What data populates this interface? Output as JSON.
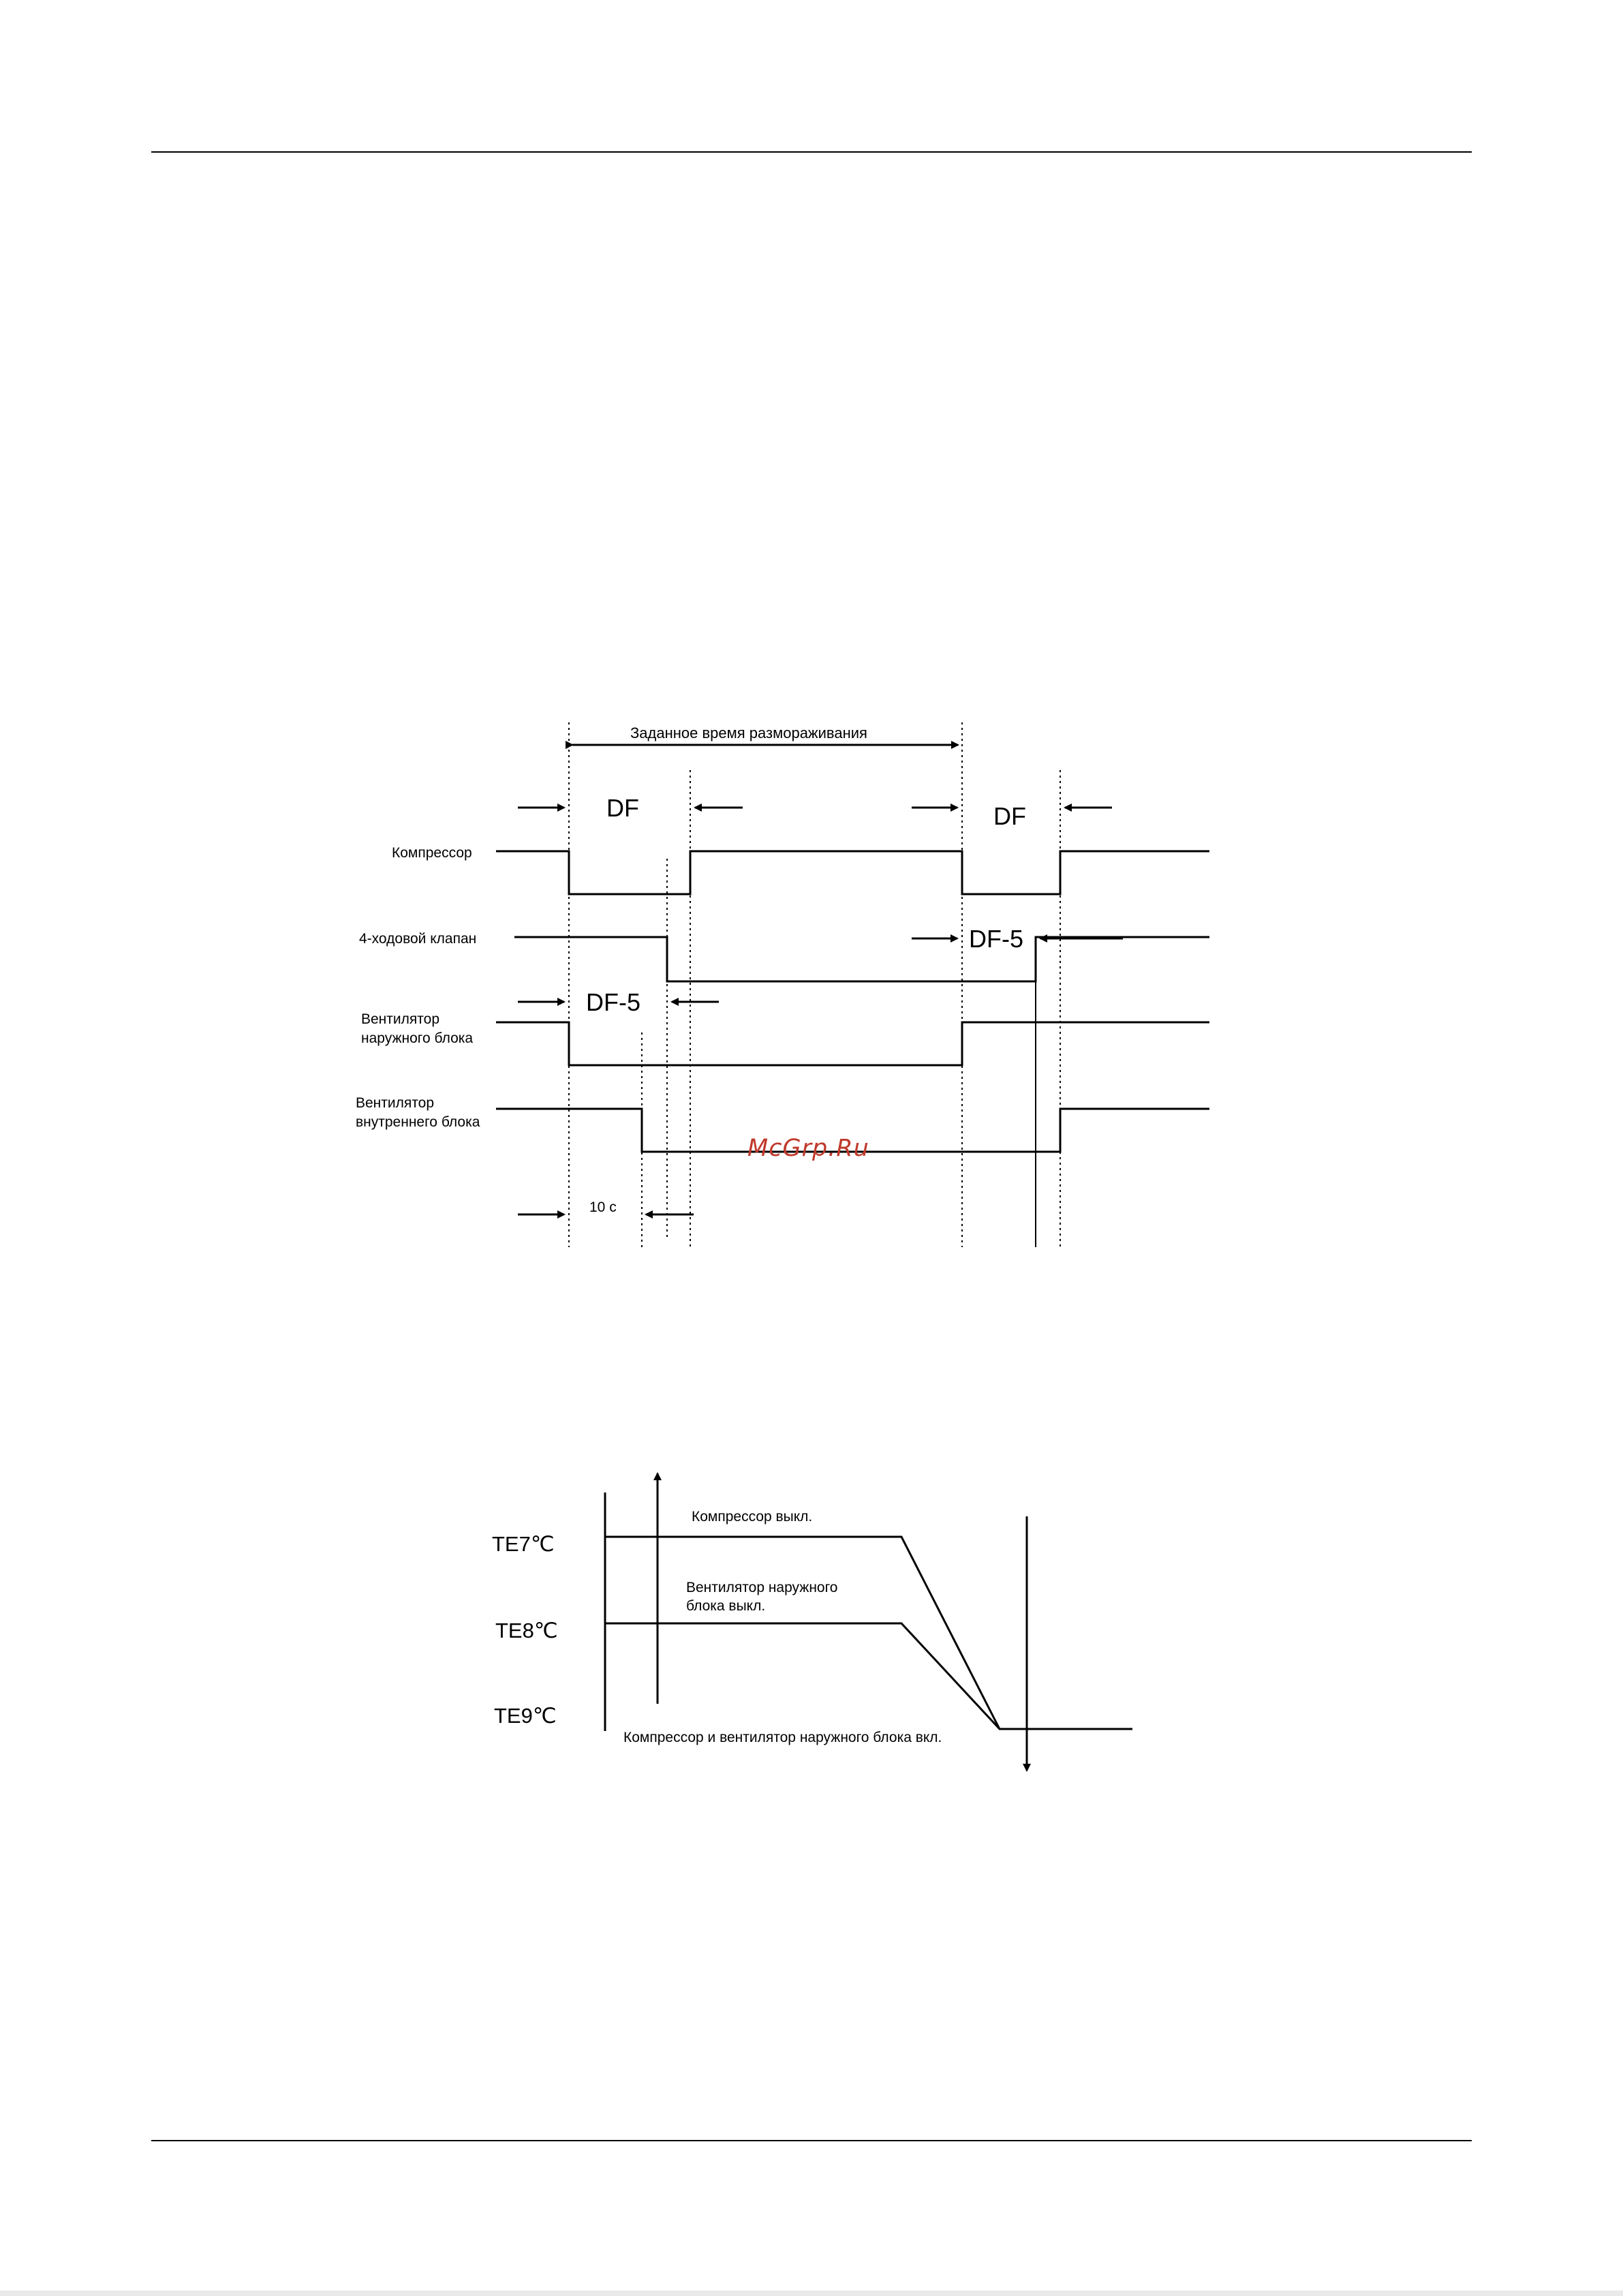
{
  "timing_diagram": {
    "span_label": "Заданное время размораживания",
    "df_label": "DF",
    "df5_label": "DF-5",
    "ten_sec_label": "10 с",
    "rows": {
      "compressor": "Компрессор",
      "valve": "4-ходовой клапан",
      "outdoor_fan_line1": "Вентилятор",
      "outdoor_fan_line2": "наружного блока",
      "indoor_fan_line1": "Вентилятор",
      "indoor_fan_line2": "внутреннего блока"
    },
    "watermark": "McGrp.Ru"
  },
  "temperature_diagram": {
    "te7": "TE7℃",
    "te8": "TE8℃",
    "te9": "TE9℃",
    "compressor_off": "Компрессор выкл.",
    "outdoor_fan_off_line1": "Вентилятор наружного",
    "outdoor_fan_off_line2": "блока выкл.",
    "both_on": "Компрессор и вентилятор наружного блока вкл."
  }
}
